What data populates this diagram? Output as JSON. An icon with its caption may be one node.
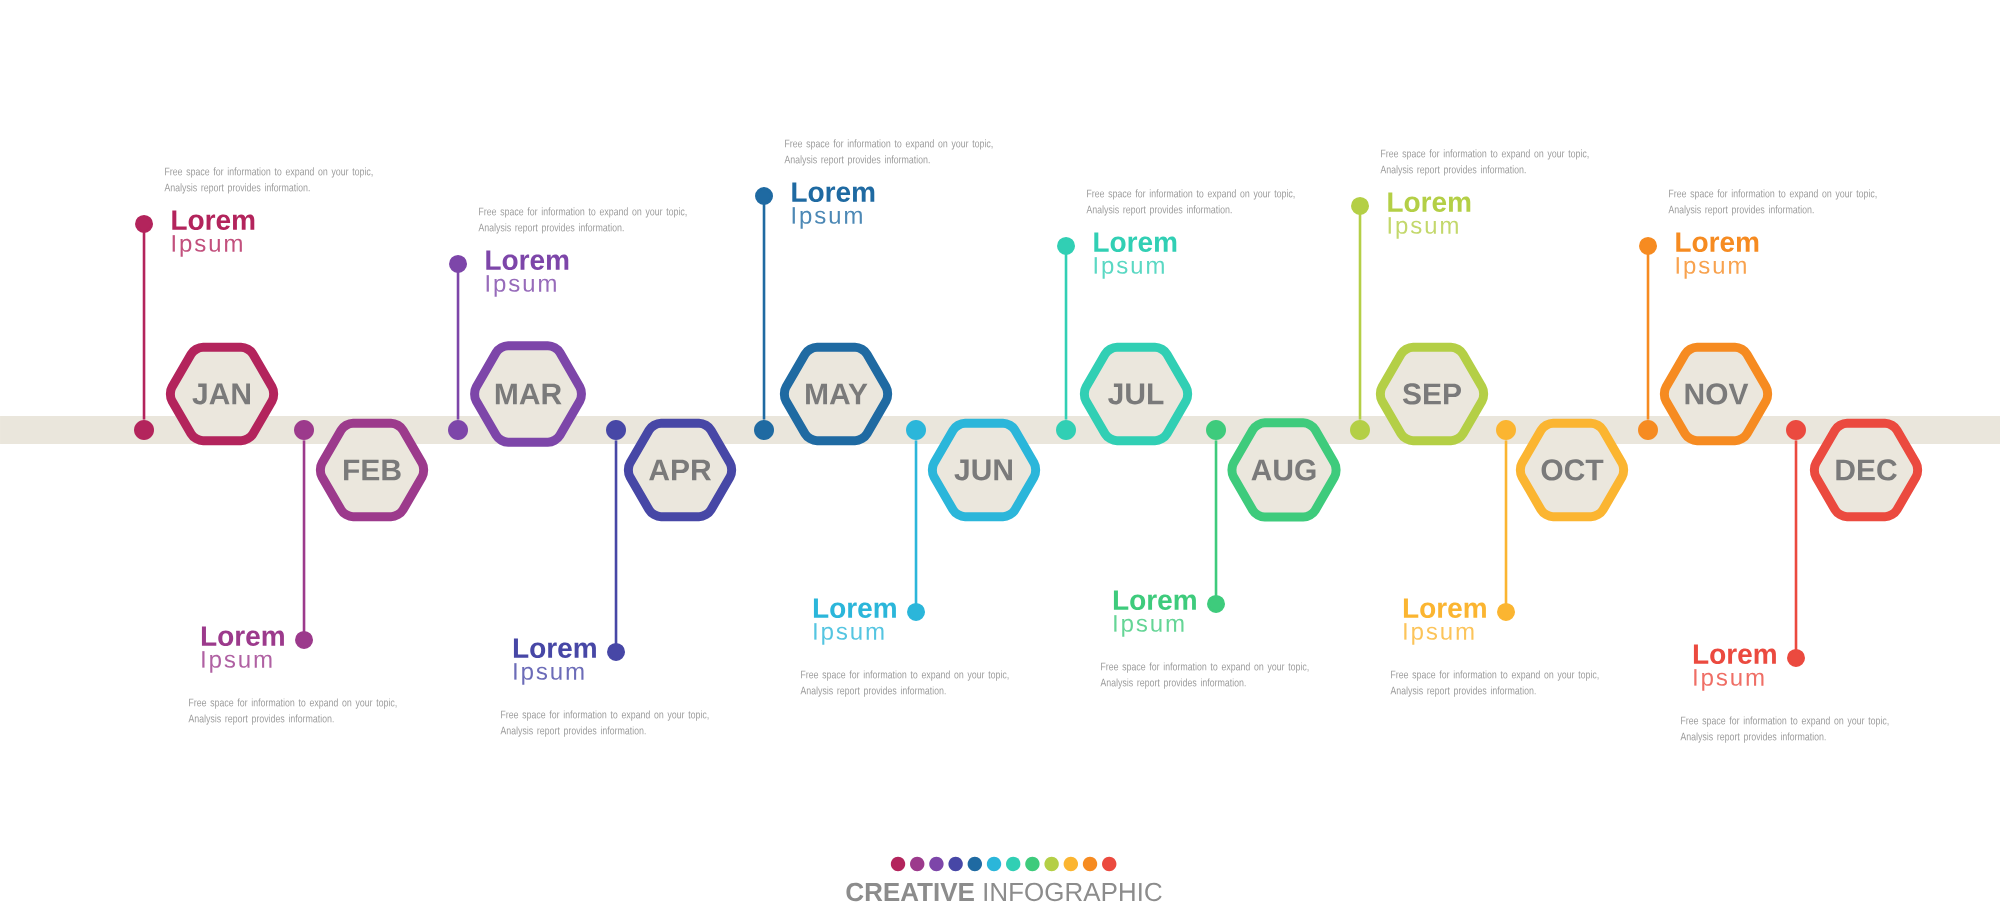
{
  "diagram": {
    "caption": "**CREATIVE** INFOGRAPHIC",
    "nodes": [
      {
        "text": [
          "JAN"
        ]
      },
      {
        "text": [],
        "shape": "circle"
      },
      {
        "text": [
          "Lorem",
          "Ipsum"
        ],
        "beside": [
          "Free space for information to expand on your topic, Analysis report provides information."
        ]
      },
      {
        "text": [
          "FEB"
        ]
      },
      {
        "text": [],
        "shape": "circle"
      },
      {
        "text": [
          "Lorem",
          "Ipsum"
        ],
        "beside": [
          "Free space for information to expand on your topic, Analysis report provides information."
        ]
      },
      {
        "text": [
          "MAR"
        ]
      },
      {
        "text": [],
        "shape": "circle"
      },
      {
        "text": [
          "Lorem",
          "Ipsum"
        ],
        "beside": [
          "Free space for information to expand on your topic, Analysis report provides information."
        ]
      },
      {
        "text": [
          "APR"
        ]
      },
      {
        "text": [],
        "shape": "circle"
      },
      {
        "text": [
          "Lorem",
          "Ipsum"
        ],
        "beside": [
          "Free space for information to expand on your topic, Analysis report provides information."
        ]
      },
      {
        "text": [
          "MAY"
        ]
      },
      {
        "text": [],
        "shape": "circle"
      },
      {
        "text": [
          "Lorem",
          "Ipsum"
        ],
        "beside": [
          "Free space for information to expand on your topic, Analysis report provides information."
        ]
      },
      {
        "text": [
          "JUN"
        ]
      },
      {
        "text": [],
        "shape": "circle"
      },
      {
        "text": [
          "Lorem",
          "Ipsum"
        ],
        "beside": [
          "Free space for information to expand on your topic, Analysis report provides information."
        ]
      },
      {
        "text": [
          "JUL"
        ]
      },
      {
        "text": [],
        "shape": "circle"
      },
      {
        "text": [
          "Lorem",
          "Ipsum"
        ],
        "beside": [
          "Free space for information to expand on your topic, Analysis report provides information."
        ]
      },
      {
        "text": [
          "AUG"
        ]
      },
      {
        "text": [],
        "shape": "circle"
      },
      {
        "text": [
          "Lorem",
          "Ipsum"
        ],
        "beside": [
          "Free space for information to expand on your topic, Analysis report provides information."
        ]
      },
      {
        "text": [
          "SEP"
        ]
      },
      {
        "text": [],
        "shape": "circle"
      },
      {
        "text": [
          "Lorem",
          "Ipsum"
        ],
        "beside": [
          "Free space for information to expand on your topic, Analysis report provides information."
        ]
      },
      {
        "text": [
          "OCT"
        ]
      },
      {
        "text": [],
        "shape": "circle"
      },
      {
        "text": [
          "Lorem",
          "Ipsum"
        ],
        "beside": [
          "Free space for information to expand on your topic, Analysis report provides information."
        ]
      },
      {
        "text": [
          "NOV"
        ]
      },
      {
        "text": [],
        "shape": "circle"
      },
      {
        "text": [
          "Lorem",
          "Ipsum"
        ],
        "beside": [
          "Free space for information to expand on your topic, Analysis report provides information."
        ]
      },
      {
        "text": [
          "DEC"
        ]
      },
      {
        "text": [],
        "shape": "circle"
      },
      {
        "text": [
          "Lorem",
          "Ipsum"
        ],
        "beside": [
          "Free space for information to expand on your topic, Analysis report provides information."
        ]
      }
    ],
    "edges": [
      {
        "from": 2,
        "to": 1,
        "arrow": "other",
        "color": "#b3245c"
      },
      {
        "from": 5,
        "to": 4,
        "arrow": "other",
        "color": "#9c3a8c"
      },
      {
        "from": 8,
        "to": 7,
        "arrow": "other",
        "color": "#7d46a9"
      },
      {
        "from": 11,
        "to": 10,
        "arrow": "other",
        "color": "#4747a6"
      },
      {
        "from": 14,
        "to": 13,
        "arrow": "other",
        "color": "#1f6aa2"
      },
      {
        "from": 17,
        "to": 16,
        "arrow": "other",
        "color": "#2bb6da"
      },
      {
        "from": 20,
        "to": 19,
        "arrow": "other",
        "color": "#31cfb4"
      },
      {
        "from": 23,
        "to": 22,
        "arrow": "other",
        "color": "#3ecb7c"
      },
      {
        "from": 26,
        "to": 25,
        "arrow": "other",
        "color": "#b4cf46"
      },
      {
        "from": 29,
        "to": 28,
        "arrow": "other",
        "color": "#fbb531"
      },
      {
        "from": 32,
        "to": 31,
        "arrow": "other",
        "color": "#f68b21"
      },
      {
        "from": 35,
        "to": 34,
        "arrow": "other",
        "color": "#eb4a3f"
      }
    ]
  }
}
